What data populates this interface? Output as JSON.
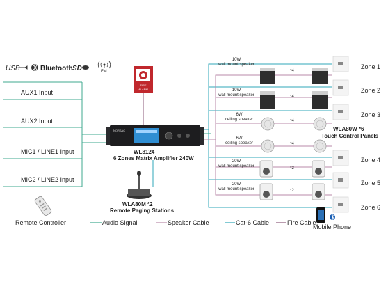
{
  "sources": {
    "usb": "USB",
    "bluetooth": "Bluetooth",
    "sd": "SD",
    "fm": "FM"
  },
  "inputs": [
    "AUX1 Input",
    "AUX2 Input",
    "MIC1 / LINE1 Input",
    "MIC2 / LINE2 Input"
  ],
  "alarm": {
    "line1": "FIRE",
    "line2": "ALARM"
  },
  "amplifier": {
    "brand": "NORSAC",
    "model": "WL8124",
    "desc": "6 Zones Matrix Amplifier 240W"
  },
  "paging": {
    "model": "WLA80M *2",
    "desc": "Remote Paging Stations"
  },
  "remote": "Remote Controller",
  "legend": [
    "Audio Signal",
    "Speaker Cable",
    "Cat-6 Cable",
    "Fire Cable"
  ],
  "phone": "Mobile Phone",
  "panels": {
    "model": "WLA80W *6",
    "desc": "Touch Control Panels"
  },
  "zones": [
    "Zone 1",
    "Zone 2",
    "Zone 3",
    "Zone 4",
    "Zone 5",
    "Zone 6"
  ],
  "speakers": [
    {
      "watt": "10W",
      "type": "wall mount speaker",
      "qty": "*4"
    },
    {
      "watt": "10W",
      "type": "wall mount speaker",
      "qty": "*4"
    },
    {
      "watt": "6W",
      "type": "ceiling speaker",
      "qty": "*4"
    },
    {
      "watt": "6W",
      "type": "ceiling speaker",
      "qty": "*4"
    },
    {
      "watt": "20W",
      "type": "wall mount speaker",
      "qty": "*2"
    },
    {
      "watt": "20W",
      "type": "wall mount speaker",
      "qty": "*2"
    }
  ],
  "colors": {
    "audio": "#3fa98f",
    "speaker": "#b98aa8",
    "cat6": "#2fa7b8",
    "fire": "#8b5a7a"
  }
}
